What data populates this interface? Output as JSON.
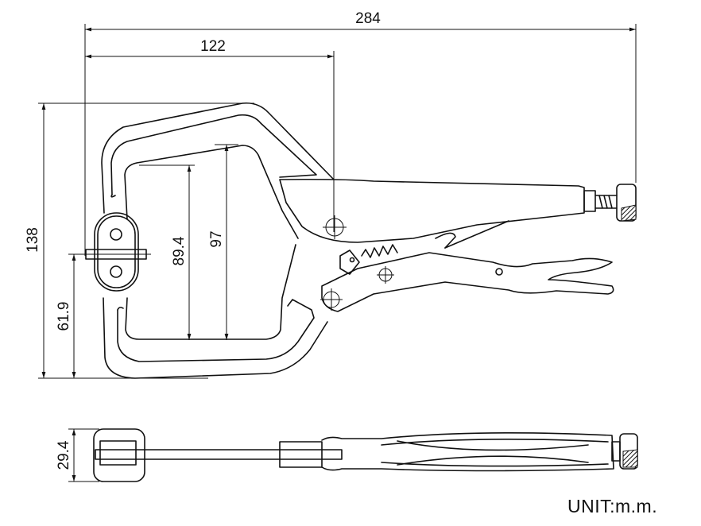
{
  "drawing": {
    "dimensions": {
      "overall_length": "284",
      "jaw_to_pivot": "122",
      "overall_height": "138",
      "pad_height": "61.9",
      "inner_opening": "89.4",
      "throat_depth": "97",
      "thickness": "29.4"
    },
    "unit_label": "UNIT:m.m."
  }
}
